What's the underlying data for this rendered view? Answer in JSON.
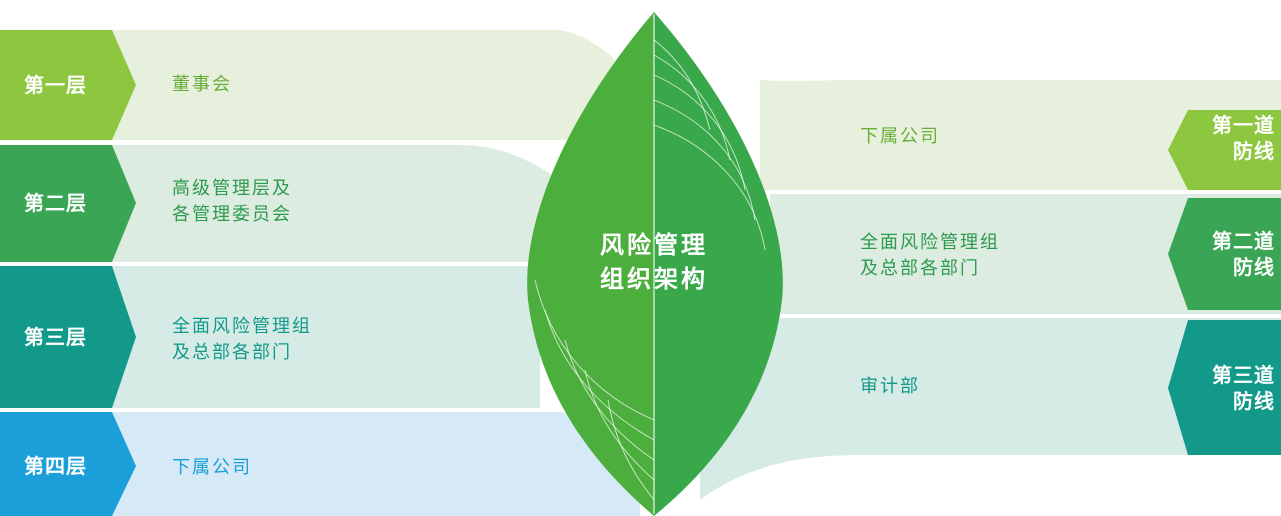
{
  "center": {
    "line1": "风险管理",
    "line2": "组织架构"
  },
  "left_tiers": [
    {
      "label": "第一层",
      "text": [
        "董事会"
      ],
      "color": "#8dc63f"
    },
    {
      "label": "第二层",
      "text": [
        "高级管理层及",
        "各管理委员会"
      ],
      "color": "#3aa655"
    },
    {
      "label": "第三层",
      "text": [
        "全面风险管理组",
        "及总部各部门"
      ],
      "color": "#12998a"
    },
    {
      "label": "第四层",
      "text": [
        "下属公司"
      ],
      "color": "#1a9fd9"
    }
  ],
  "right_lines": [
    {
      "label_line1": "第一道",
      "label_line2": "防线",
      "text": [
        "下属公司"
      ],
      "color": "#8dc63f"
    },
    {
      "label_line1": "第二道",
      "label_line2": "防线",
      "text": [
        "全面风险管理组",
        "及总部各部门"
      ],
      "color": "#3aa655"
    },
    {
      "label_line1": "第三道",
      "label_line2": "防线",
      "text": [
        "审计部"
      ],
      "color": "#12998a"
    }
  ]
}
